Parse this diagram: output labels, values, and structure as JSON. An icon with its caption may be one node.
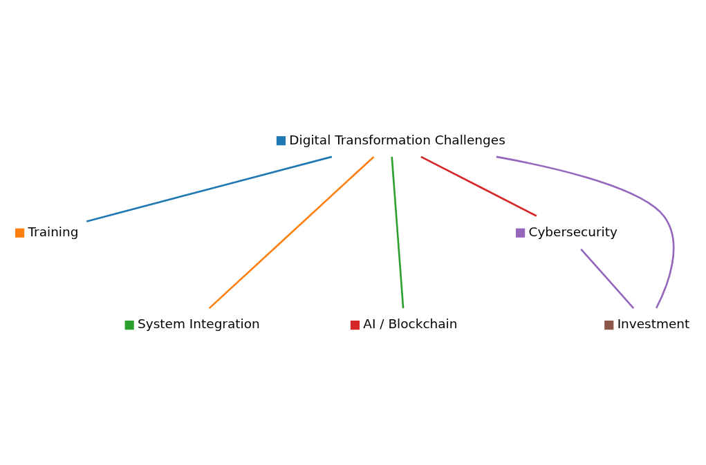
{
  "diagram": {
    "nodes": [
      {
        "text": [
          "Digital Transformation Challenges"
        ]
      },
      {
        "text": [
          "Training"
        ]
      },
      {
        "text": [
          "System Integration"
        ]
      },
      {
        "text": [
          "AI / Blockchain"
        ]
      },
      {
        "text": [
          "Cybersecurity"
        ]
      },
      {
        "text": [
          "Investment"
        ]
      }
    ],
    "edges": [
      {
        "from": 0,
        "to": 1,
        "arrow": "none",
        "color": "#1f77b4"
      },
      {
        "from": 0,
        "to": 2,
        "arrow": "none",
        "color": "#ff7f0e"
      },
      {
        "from": 0,
        "to": 3,
        "arrow": "none",
        "color": "#2ca02c"
      },
      {
        "from": 0,
        "to": 4,
        "arrow": "none",
        "color": "#d62728"
      },
      {
        "from": 0,
        "to": 5,
        "arrow": "none",
        "color": "#9467bd"
      },
      {
        "from": 4,
        "to": 5,
        "arrow": "none",
        "color": "#9467bd"
      }
    ]
  }
}
